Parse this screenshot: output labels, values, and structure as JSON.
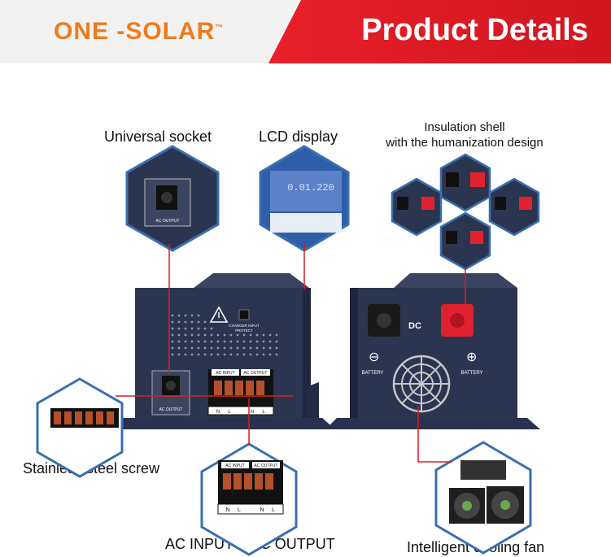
{
  "header": {
    "logo_text": "ONE -SOLAR",
    "logo_mark": "™",
    "title": "Product Details"
  },
  "labels": {
    "universal_socket": "Universal socket",
    "lcd_display": "LCD display",
    "insulation_line1": "Insulation shell",
    "insulation_line2": "with the humanization design",
    "stainless_screw": "Stainless steel screw",
    "ac_input_output": "AC INPUT & AC OUTPUT",
    "cooling_fan": "Intelligent cooling fan"
  },
  "device_text": {
    "ac_output": "AC OUTPUT",
    "ac_input": "AC INPUT",
    "charger_protect_1": "CHARGER INPUT",
    "charger_protect_2": "PROTECT",
    "battery": "BATTERY",
    "dc": "DC",
    "lcd_readout": "0.01.220",
    "terminal_n": "N",
    "terminal_l": "L"
  },
  "colors": {
    "header_red": "#e8202a",
    "logo_orange": "#f07b1a",
    "device_navy": "#2c3550",
    "leader_red": "#d62020"
  }
}
